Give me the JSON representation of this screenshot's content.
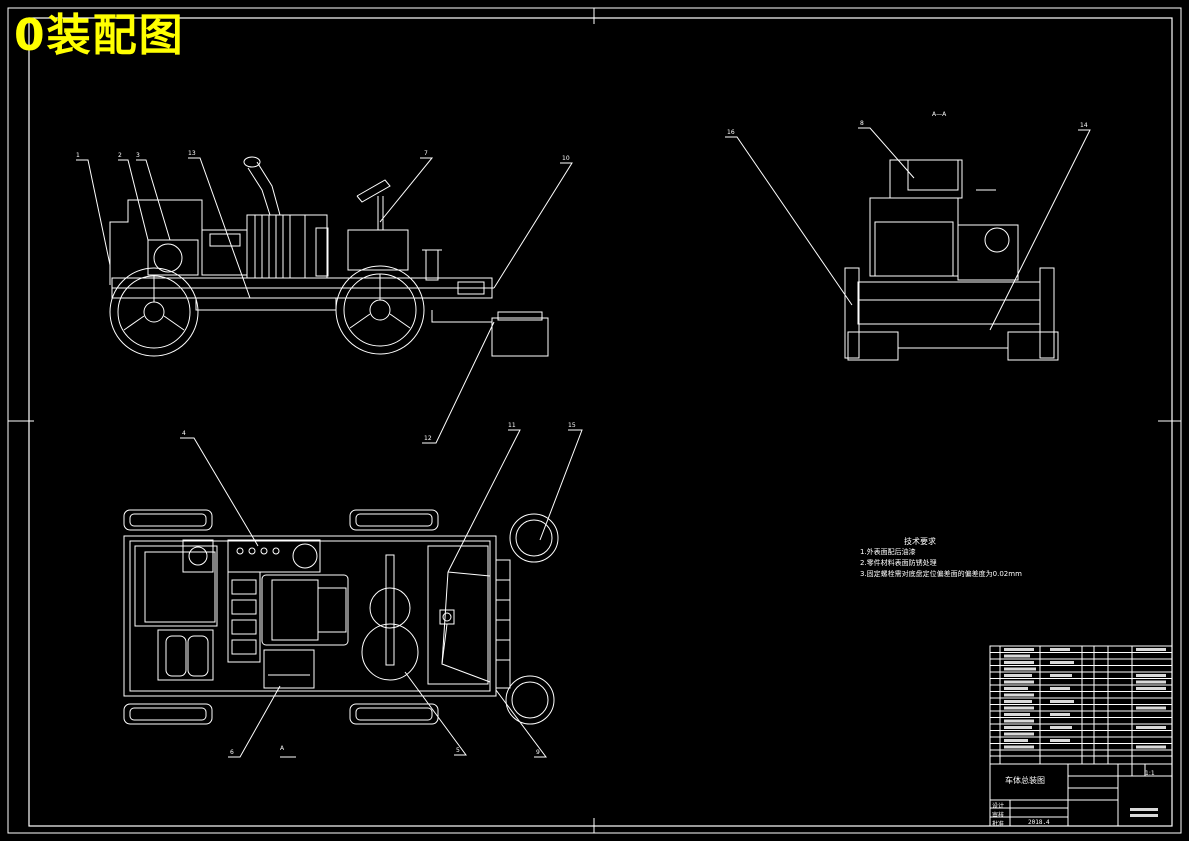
{
  "banner": {
    "title": "0装配图"
  },
  "views": {
    "side_view_label": "A—A",
    "plan_view_label": "A"
  },
  "callouts": [
    "1",
    "2",
    "3",
    "4",
    "5",
    "6",
    "7",
    "8",
    "9",
    "10",
    "11",
    "12",
    "13",
    "14",
    "15",
    "16"
  ],
  "technical_notes": {
    "heading": "技术要求",
    "items": [
      "1.外表面配后油漆",
      "2.零件材料表面防锈处理",
      "3.固定螺栓需对底盘定位偏差面的偏差度为0.02mm"
    ]
  },
  "title_block": {
    "drawing_name": "车体总装图",
    "scale": "1:1",
    "date": "2018.4",
    "rows": [
      "设计",
      "审核",
      "批准"
    ]
  },
  "colors": {
    "background": "#000000",
    "lines": "#ffffff",
    "banner": "#ffff00"
  }
}
